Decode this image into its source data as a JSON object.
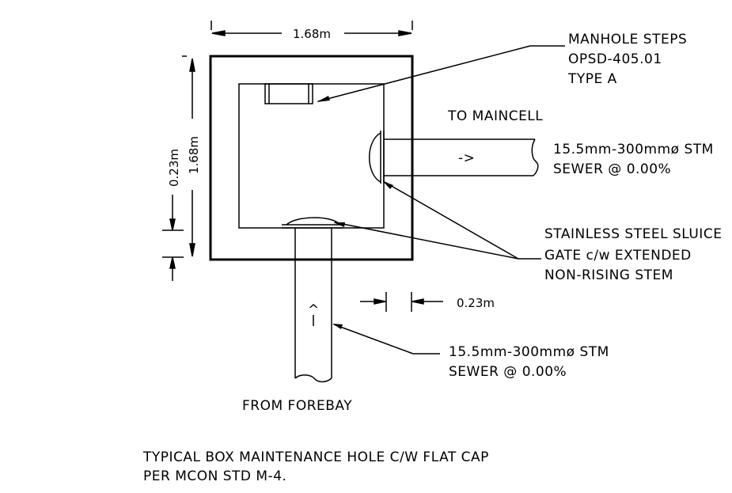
{
  "dimensions": {
    "top_width": "1.68m",
    "left_height": "1.68m",
    "left_small": "0.23m",
    "bottom_small": "0.23m"
  },
  "labels": {
    "manhole_steps": [
      "MANHOLE STEPS",
      "OPSD-405.01",
      "TYPE A"
    ],
    "to_maincell": "TO MAINCELL",
    "outlet_pipe": [
      "15.5mm-300mmø STM",
      "SEWER @ 0.00%"
    ],
    "flow_arrow_right": "->",
    "sluice_gate": [
      "STAINLESS STEEL SLUICE",
      "GATE c/w EXTENDED",
      "NON-RISING STEM"
    ],
    "flow_arrow_up": "^",
    "inlet_pipe": [
      "15.5mm-300mmø STM",
      "SEWER @ 0.00%"
    ],
    "from_forebay": "FROM FOREBAY",
    "caption": [
      "TYPICAL BOX MAINTENANCE HOLE C/W FLAT CAP",
      "PER MCON STD M-4."
    ]
  }
}
